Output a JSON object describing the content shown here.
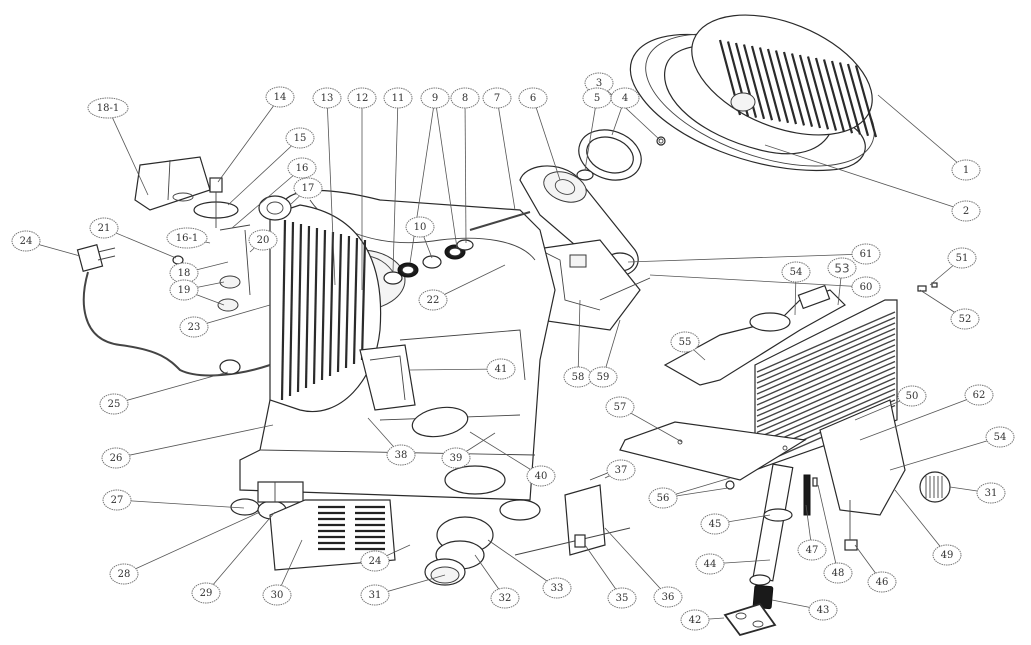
{
  "diagram": {
    "title": "",
    "type": "exploded-parts-view",
    "callouts": [
      {
        "id": "c1",
        "label": "1"
      },
      {
        "id": "c2",
        "label": "2"
      },
      {
        "id": "c3",
        "label": "3"
      },
      {
        "id": "c4",
        "label": "4"
      },
      {
        "id": "c5",
        "label": "5"
      },
      {
        "id": "c6",
        "label": "6"
      },
      {
        "id": "c7",
        "label": "7"
      },
      {
        "id": "c8",
        "label": "8"
      },
      {
        "id": "c9",
        "label": "9"
      },
      {
        "id": "c10",
        "label": "10"
      },
      {
        "id": "c11",
        "label": "11"
      },
      {
        "id": "c12",
        "label": "12"
      },
      {
        "id": "c13",
        "label": "13"
      },
      {
        "id": "c14",
        "label": "14"
      },
      {
        "id": "c15",
        "label": "15"
      },
      {
        "id": "c16",
        "label": "16"
      },
      {
        "id": "c16-1",
        "label": "16-1"
      },
      {
        "id": "c17",
        "label": "17"
      },
      {
        "id": "c18",
        "label": "18"
      },
      {
        "id": "c18-1",
        "label": "18-1"
      },
      {
        "id": "c19",
        "label": "19"
      },
      {
        "id": "c20",
        "label": "20"
      },
      {
        "id": "c21",
        "label": "21"
      },
      {
        "id": "c22",
        "label": "22"
      },
      {
        "id": "c23",
        "label": "23"
      },
      {
        "id": "c24a",
        "label": "24"
      },
      {
        "id": "c24b",
        "label": "24"
      },
      {
        "id": "c25",
        "label": "25"
      },
      {
        "id": "c26",
        "label": "26"
      },
      {
        "id": "c27",
        "label": "27"
      },
      {
        "id": "c28",
        "label": "28"
      },
      {
        "id": "c29",
        "label": "29"
      },
      {
        "id": "c30",
        "label": "30"
      },
      {
        "id": "c31a",
        "label": "31"
      },
      {
        "id": "c31b",
        "label": "31"
      },
      {
        "id": "c32",
        "label": "32"
      },
      {
        "id": "c33",
        "label": "33"
      },
      {
        "id": "c35",
        "label": "35"
      },
      {
        "id": "c36",
        "label": "36"
      },
      {
        "id": "c37",
        "label": "37"
      },
      {
        "id": "c38",
        "label": "38"
      },
      {
        "id": "c39",
        "label": "39"
      },
      {
        "id": "c40",
        "label": "40"
      },
      {
        "id": "c41",
        "label": "41"
      },
      {
        "id": "c42",
        "label": "42"
      },
      {
        "id": "c43",
        "label": "43"
      },
      {
        "id": "c44",
        "label": "44"
      },
      {
        "id": "c45",
        "label": "45"
      },
      {
        "id": "c46",
        "label": "46"
      },
      {
        "id": "c47",
        "label": "47"
      },
      {
        "id": "c48",
        "label": "48"
      },
      {
        "id": "c49",
        "label": "49"
      },
      {
        "id": "c50",
        "label": "50"
      },
      {
        "id": "c51",
        "label": "51"
      },
      {
        "id": "c52",
        "label": "52"
      },
      {
        "id": "c53",
        "label": "53"
      },
      {
        "id": "c54a",
        "label": "54"
      },
      {
        "id": "c54b",
        "label": "54"
      },
      {
        "id": "c55",
        "label": "55"
      },
      {
        "id": "c56",
        "label": "56"
      },
      {
        "id": "c57",
        "label": "57"
      },
      {
        "id": "c58",
        "label": "58"
      },
      {
        "id": "c59",
        "label": "59"
      },
      {
        "id": "c60",
        "label": "60"
      },
      {
        "id": "c61",
        "label": "61"
      },
      {
        "id": "c62",
        "label": "62"
      }
    ]
  }
}
